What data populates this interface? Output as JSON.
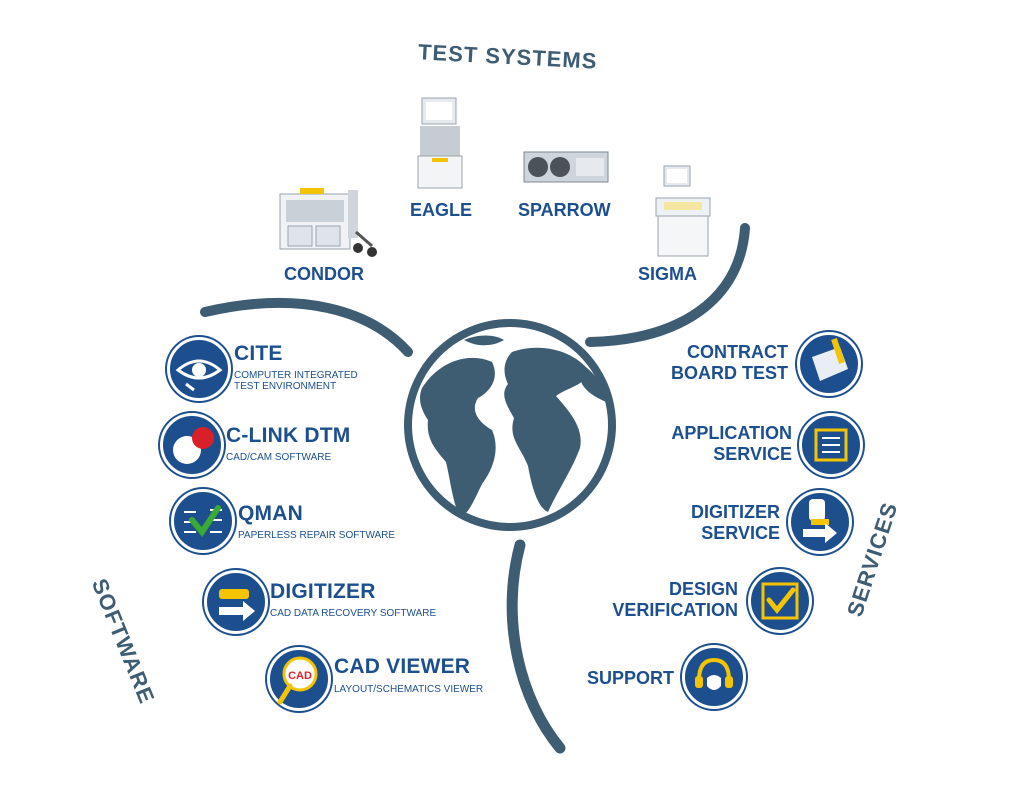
{
  "categories": {
    "test_systems": "TEST SYSTEMS",
    "software": "SOFTWARE",
    "services": "SERVICES"
  },
  "test_systems": [
    {
      "label": "CONDOR"
    },
    {
      "label": "EAGLE"
    },
    {
      "label": "SPARROW"
    },
    {
      "label": "SIGMA"
    }
  ],
  "software": [
    {
      "title": "CITE",
      "subtitle_line1": "COMPUTER INTEGRATED",
      "subtitle_line2": "TEST ENVIRONMENT"
    },
    {
      "title": "C-LINK DTM",
      "subtitle": "CAD/CAM SOFTWARE"
    },
    {
      "title": "QMAN",
      "subtitle": "PAPERLESS REPAIR SOFTWARE"
    },
    {
      "title": "DIGITIZER",
      "subtitle": "CAD DATA RECOVERY SOFTWARE"
    },
    {
      "title": "CAD VIEWER",
      "subtitle": "LAYOUT/SCHEMATICS VIEWER",
      "icon_text": "CAD"
    }
  ],
  "services": [
    {
      "line1": "CONTRACT",
      "line2": "BOARD TEST"
    },
    {
      "line1": "APPLICATION",
      "line2": "SERVICE"
    },
    {
      "line1": "DIGITIZER",
      "line2": "SERVICE"
    },
    {
      "line1": "DESIGN",
      "line2": "VERIFICATION"
    },
    {
      "line1": "SUPPORT"
    }
  ],
  "colors": {
    "primary_blue": "#1d4f8f",
    "globe_slate": "#3e5d73",
    "accent_yellow": "#f5c400",
    "accent_red": "#d9202a",
    "accent_green": "#3aa935"
  }
}
